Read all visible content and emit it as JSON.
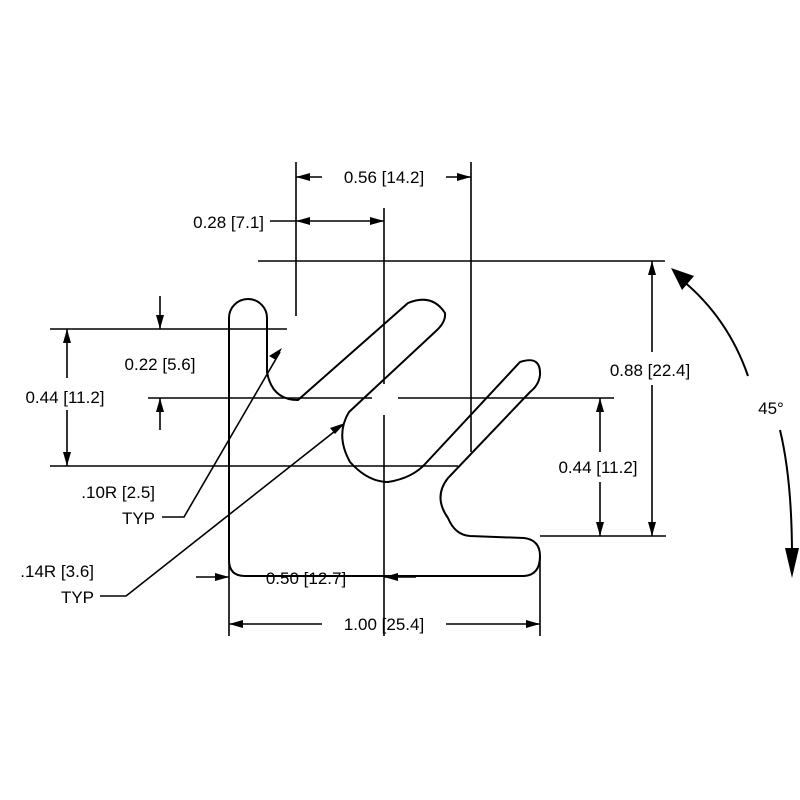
{
  "dimensions": {
    "top_width": "0.56 [14.2]",
    "center_offset": "0.28 [7.1]",
    "slot_height": "0.22 [5.6]",
    "left_height": "0.44 [11.2]",
    "overall_height": "0.88 [22.4]",
    "right_height": "0.44 [11.2]",
    "small_radius": ".10R [2.5]",
    "small_radius_note": "TYP",
    "large_radius": ".14R [3.6]",
    "large_radius_note": "TYP",
    "half_width": "0.50 [12.7]",
    "overall_width": "1.00 [25.4]"
  },
  "angle_label": "45°"
}
